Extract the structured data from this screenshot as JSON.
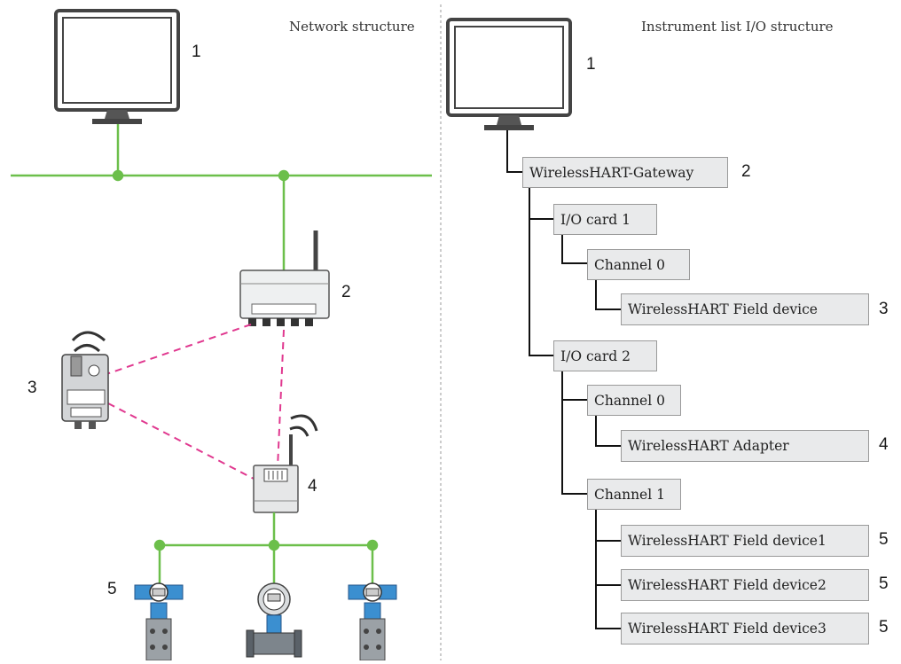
{
  "left_panel": {
    "title": "Network structure",
    "labels": [
      "1",
      "2",
      "3",
      "4",
      "5"
    ]
  },
  "right_panel": {
    "title": "Instrument list I/O structure",
    "tree": [
      {
        "text": "WirelessHART-Gateway",
        "num": "2"
      },
      {
        "text": "I/O card 1",
        "num": ""
      },
      {
        "text": "Channel 0",
        "num": ""
      },
      {
        "text": "WirelessHART Field device",
        "num": "3"
      },
      {
        "text": "I/O card 2",
        "num": ""
      },
      {
        "text": "Channel 0",
        "num": ""
      },
      {
        "text": "WirelessHART Adapter",
        "num": "4"
      },
      {
        "text": "Channel 1",
        "num": ""
      },
      {
        "text": "WirelessHART  Field device1",
        "num": "5"
      },
      {
        "text": "WirelessHART  Field device2",
        "num": "5"
      },
      {
        "text": "WirelessHART  Field device3",
        "num": "5"
      }
    ],
    "monitor_label": "1"
  },
  "colors": {
    "bus_green": "#6cbf4b",
    "wireless_pink": "#e0388f",
    "device_blue": "#3b8fd0",
    "box_fill": "#e9eaeb"
  }
}
